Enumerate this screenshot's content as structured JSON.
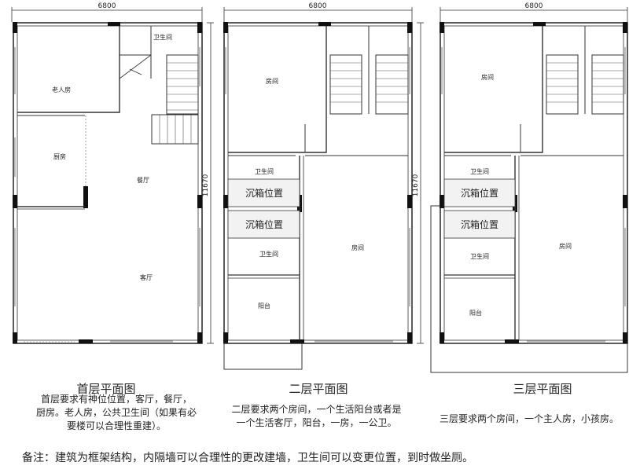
{
  "plans": {
    "first": {
      "width_dim": "6800",
      "height_dim": "11670",
      "title": "首层平面图",
      "note_lines": [
        "首层要求有神位位置，客厅，餐厅，",
        "厨房。老人房，公共卫生间（如果有必",
        "要楼可以合理性重建）。"
      ],
      "rooms": {
        "laoren": "老人房",
        "weishengjian": "卫生间",
        "chufang": "厨房",
        "canting": "餐厅",
        "keting": "客厅"
      }
    },
    "second": {
      "width_dim": "6800",
      "height_dim": "11670",
      "title": "二层平面图",
      "note_lines": [
        "二层要求两个房间，一个生活阳台或者是",
        "一个生活客厅，阳台，一房，一公卫。"
      ],
      "rooms": {
        "fangjian_top": "房间",
        "weishengjian_top": "卫生间",
        "chenxiang_1": "沉箱位置",
        "chenxiang_2": "沉箱位置",
        "weishengjian_bottom": "卫生间",
        "fangjian_right": "房间",
        "yangtai": "阳台"
      }
    },
    "third": {
      "width_dim": "6800",
      "title": "三层平面图",
      "note_lines": [
        "三层要求两个房间，一个主人房，小孩房。"
      ],
      "rooms": {
        "fangjian_top": "房间",
        "weishengjian_top": "卫生间",
        "chenxiang_1": "沉箱位置",
        "chenxiang_2": "沉箱位置",
        "weishengjian_bottom": "卫生间",
        "fangjian_right": "房间",
        "yangtai": "阳台"
      }
    }
  },
  "footnote": "备注：建筑为框架结构，内隔墙可以合理性的更改建墙，卫生间可以变更位置，到时做坐厕。"
}
